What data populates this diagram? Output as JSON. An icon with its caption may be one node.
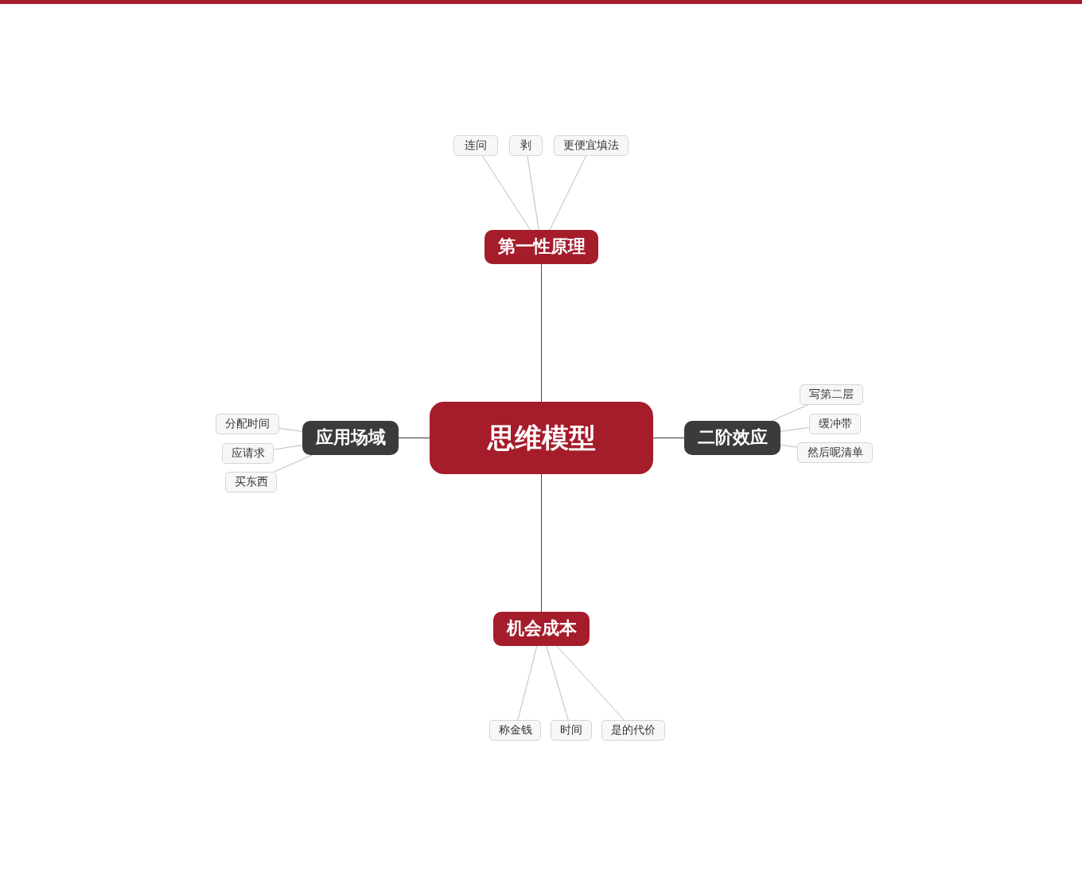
{
  "diagram": {
    "nodes": [
      {
        "text": [
          "思维模型"
        ]
      },
      {
        "text": [
          "第一性原理"
        ]
      },
      {
        "text": [
          "连问"
        ]
      },
      {
        "text": [
          "剥"
        ]
      },
      {
        "text": [
          "更便宜填法"
        ]
      },
      {
        "text": [
          "二阶效应"
        ]
      },
      {
        "text": [
          "写第二层"
        ]
      },
      {
        "text": [
          "缓冲带"
        ]
      },
      {
        "text": [
          "然后呢清单"
        ]
      },
      {
        "text": [
          "机会成本"
        ]
      },
      {
        "text": [
          "称金钱"
        ]
      },
      {
        "text": [
          "时间"
        ]
      },
      {
        "text": [
          "是的代价"
        ]
      },
      {
        "text": [
          "应用场域"
        ]
      },
      {
        "text": [
          "分配时间"
        ]
      },
      {
        "text": [
          "应请求"
        ]
      },
      {
        "text": [
          "买东西"
        ]
      }
    ],
    "edges": [
      {
        "from": 0,
        "to": 1,
        "arrow": "none",
        "color": "#a51c2b"
      },
      {
        "from": 1,
        "to": 2,
        "arrow": "none"
      },
      {
        "from": 1,
        "to": 3,
        "arrow": "none"
      },
      {
        "from": 1,
        "to": 4,
        "arrow": "none"
      },
      {
        "from": 0,
        "to": 5,
        "arrow": "none",
        "color": "#3b3b3b"
      },
      {
        "from": 5,
        "to": 6,
        "arrow": "none"
      },
      {
        "from": 5,
        "to": 7,
        "arrow": "none"
      },
      {
        "from": 5,
        "to": 8,
        "arrow": "none"
      },
      {
        "from": 0,
        "to": 9,
        "arrow": "none",
        "color": "#a51c2b"
      },
      {
        "from": 9,
        "to": 10,
        "arrow": "none"
      },
      {
        "from": 9,
        "to": 11,
        "arrow": "none"
      },
      {
        "from": 9,
        "to": 12,
        "arrow": "none"
      },
      {
        "from": 0,
        "to": 13,
        "arrow": "none",
        "color": "#3b3b3b"
      },
      {
        "from": 13,
        "to": 14,
        "arrow": "none"
      },
      {
        "from": 13,
        "to": 15,
        "arrow": "none"
      },
      {
        "from": 13,
        "to": 16,
        "arrow": "none"
      }
    ]
  }
}
